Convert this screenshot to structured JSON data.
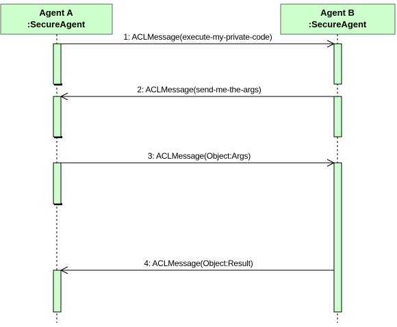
{
  "participants": [
    {
      "line1": "Agent A",
      "line2": ":SecureAgent"
    },
    {
      "line1": "Agent B",
      "line2": ":SecureAgent"
    }
  ],
  "messages": [
    {
      "label": "1: ACLMessage(execute-my-private-code)",
      "from": "Agent A",
      "to": "Agent B"
    },
    {
      "label": "2: ACLMessage(send-me-the-args)",
      "from": "Agent B",
      "to": "Agent A"
    },
    {
      "label": "3: ACLMessage(Object:Args)",
      "from": "Agent A",
      "to": "Agent B"
    },
    {
      "label": "4: ACLMessage(Object:Result)",
      "from": "Agent B",
      "to": "Agent A"
    }
  ],
  "colors": {
    "box_fill": "#ccffcc",
    "line": "#000000"
  }
}
